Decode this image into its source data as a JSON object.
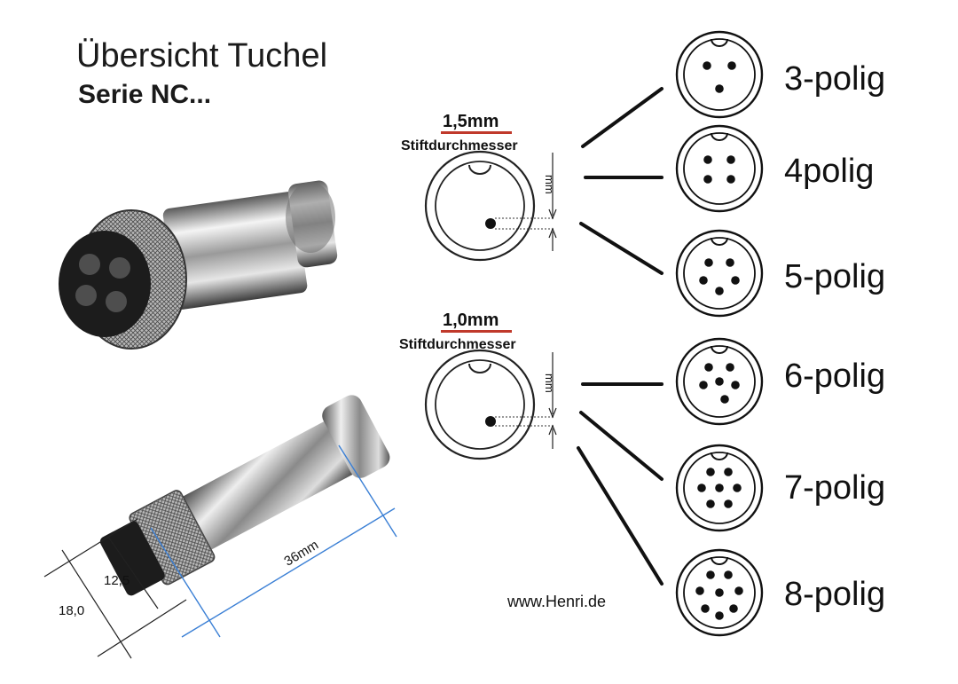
{
  "title": "Übersicht Tuchel",
  "subtitle": "Serie NC...",
  "dimensions": {
    "width": "18,0",
    "front": "12,5",
    "length": "36mm"
  },
  "pin_groups": [
    {
      "diameter": "1,5mm",
      "label": "Stiftdurchmesser",
      "unit": "mm"
    },
    {
      "diameter": "1,0mm",
      "label": "Stiftdurchmesser",
      "unit": "mm"
    }
  ],
  "connectors": [
    {
      "label": "3-polig",
      "pins": 3
    },
    {
      "label": "4polig",
      "pins": 4
    },
    {
      "label": "5-polig",
      "pins": 5
    },
    {
      "label": "6-polig",
      "pins": 6
    },
    {
      "label": "7-polig",
      "pins": 7
    },
    {
      "label": "8-polig",
      "pins": 8
    }
  ],
  "website": "www.Henri.de",
  "colors": {
    "accent_underline": "#c0392b",
    "dimension_line": "#3a7fd5"
  }
}
